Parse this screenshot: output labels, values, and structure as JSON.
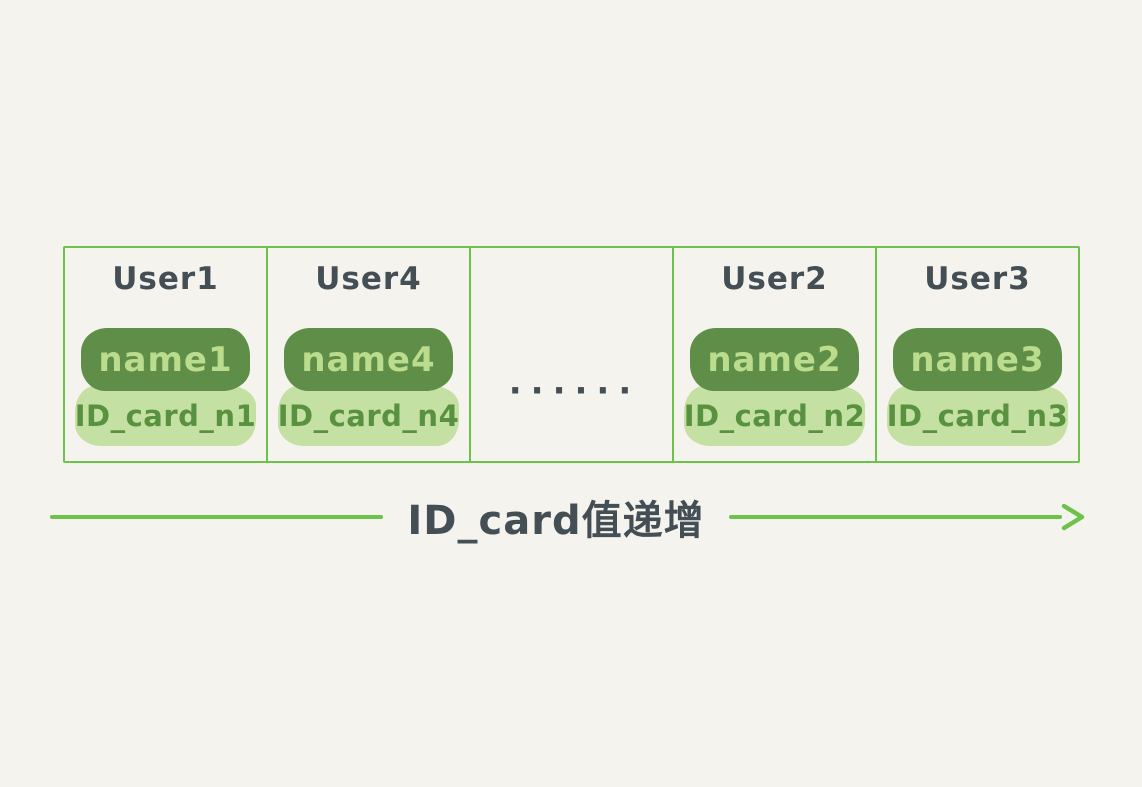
{
  "diagram": {
    "cells": [
      {
        "type": "user",
        "title": "User1",
        "name": "name1",
        "id_card": "ID_card_n1"
      },
      {
        "type": "user",
        "title": "User4",
        "name": "name4",
        "id_card": "ID_card_n4"
      },
      {
        "type": "ellipsis",
        "label": "······"
      },
      {
        "type": "user",
        "title": "User2",
        "name": "name2",
        "id_card": "ID_card_n2"
      },
      {
        "type": "user",
        "title": "User3",
        "name": "name3",
        "id_card": "ID_card_n3"
      }
    ],
    "arrow_label": "ID_card值递增",
    "colors": {
      "background": "#f5f3ee",
      "grid_and_arrow_green": "#6cc24b",
      "name_pill_dark_green": "#5e8e48",
      "id_pill_light_green": "#c4e0a2",
      "name_text_light_green": "#badc8c",
      "id_text_green": "#589140",
      "ink_dark_slate": "#434f55"
    }
  }
}
